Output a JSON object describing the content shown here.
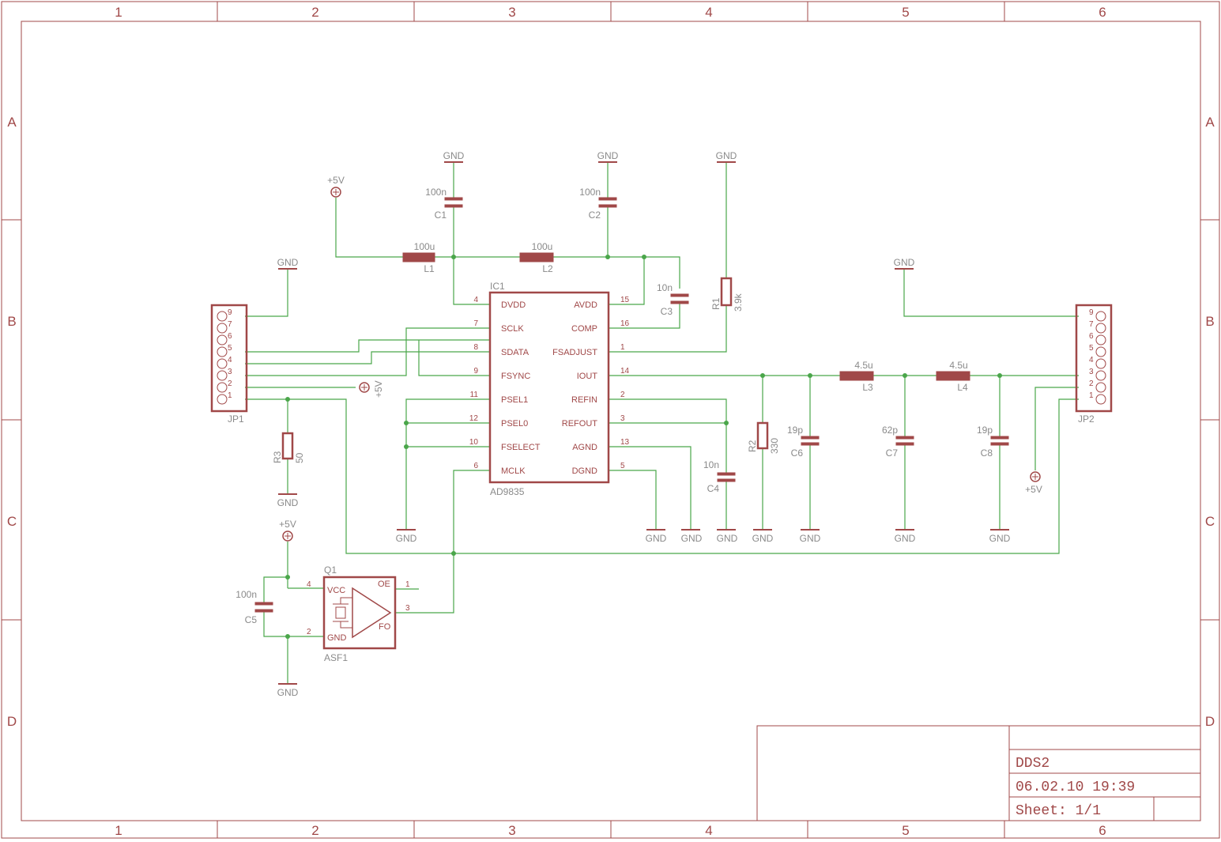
{
  "sheet": {
    "columns": [
      "1",
      "2",
      "3",
      "4",
      "5",
      "6"
    ],
    "rows": [
      "A",
      "B",
      "C",
      "D"
    ]
  },
  "title_block": {
    "title": "DDS2",
    "date": "06.02.10 19:39",
    "sheet": "Sheet: 1/1"
  },
  "ic1": {
    "name": "IC1",
    "value": "AD9835",
    "left_pins": [
      {
        "num": "4",
        "name": "DVDD"
      },
      {
        "num": "7",
        "name": "SCLK"
      },
      {
        "num": "8",
        "name": "SDATA"
      },
      {
        "num": "9",
        "name": "FSYNC"
      },
      {
        "num": "11",
        "name": "PSEL1"
      },
      {
        "num": "12",
        "name": "PSEL0"
      },
      {
        "num": "10",
        "name": "FSELECT"
      },
      {
        "num": "6",
        "name": "MCLK"
      }
    ],
    "right_pins": [
      {
        "num": "15",
        "name": "AVDD"
      },
      {
        "num": "16",
        "name": "COMP"
      },
      {
        "num": "1",
        "name": "FSADJUST"
      },
      {
        "num": "14",
        "name": "IOUT"
      },
      {
        "num": "2",
        "name": "REFIN"
      },
      {
        "num": "3",
        "name": "REFOUT"
      },
      {
        "num": "13",
        "name": "AGND"
      },
      {
        "num": "5",
        "name": "DGND"
      }
    ]
  },
  "q1": {
    "name": "Q1",
    "value": "ASF1",
    "pins": {
      "vcc": "VCC",
      "gnd": "GND",
      "oe": "OE",
      "fo": "FO"
    },
    "pin_numbers": {
      "vcc": "4",
      "gnd": "2",
      "oe": "1",
      "fo": "3"
    }
  },
  "jp1": {
    "name": "JP1",
    "pins": [
      "9",
      "7",
      "6",
      "5",
      "4",
      "3",
      "2",
      "1"
    ]
  },
  "jp2": {
    "name": "JP2",
    "pins": [
      "9",
      "7",
      "6",
      "5",
      "4",
      "3",
      "2",
      "1"
    ]
  },
  "components": {
    "c1": {
      "name": "C1",
      "value": "100n"
    },
    "c2": {
      "name": "C2",
      "value": "100n"
    },
    "c3": {
      "name": "C3",
      "value": "10n"
    },
    "c4": {
      "name": "C4",
      "value": "10n"
    },
    "c5": {
      "name": "C5",
      "value": "100n"
    },
    "c6": {
      "name": "C6",
      "value": "19p"
    },
    "c7": {
      "name": "C7",
      "value": "62p"
    },
    "c8": {
      "name": "C8",
      "value": "19p"
    },
    "l1": {
      "name": "L1",
      "value": "100u"
    },
    "l2": {
      "name": "L2",
      "value": "100u"
    },
    "l3": {
      "name": "L3",
      "value": "4.5u"
    },
    "l4": {
      "name": "L4",
      "value": "4.5u"
    },
    "r1": {
      "name": "R1",
      "value": "3.9k"
    },
    "r2": {
      "name": "R2",
      "value": "330"
    },
    "r3": {
      "name": "R3",
      "value": "50"
    }
  },
  "supply": {
    "gnd": "GND",
    "vcc": "+5V"
  },
  "colors": {
    "symbol": "#a04848",
    "wire": "#4aa64a",
    "label": "#8a8a8a"
  }
}
